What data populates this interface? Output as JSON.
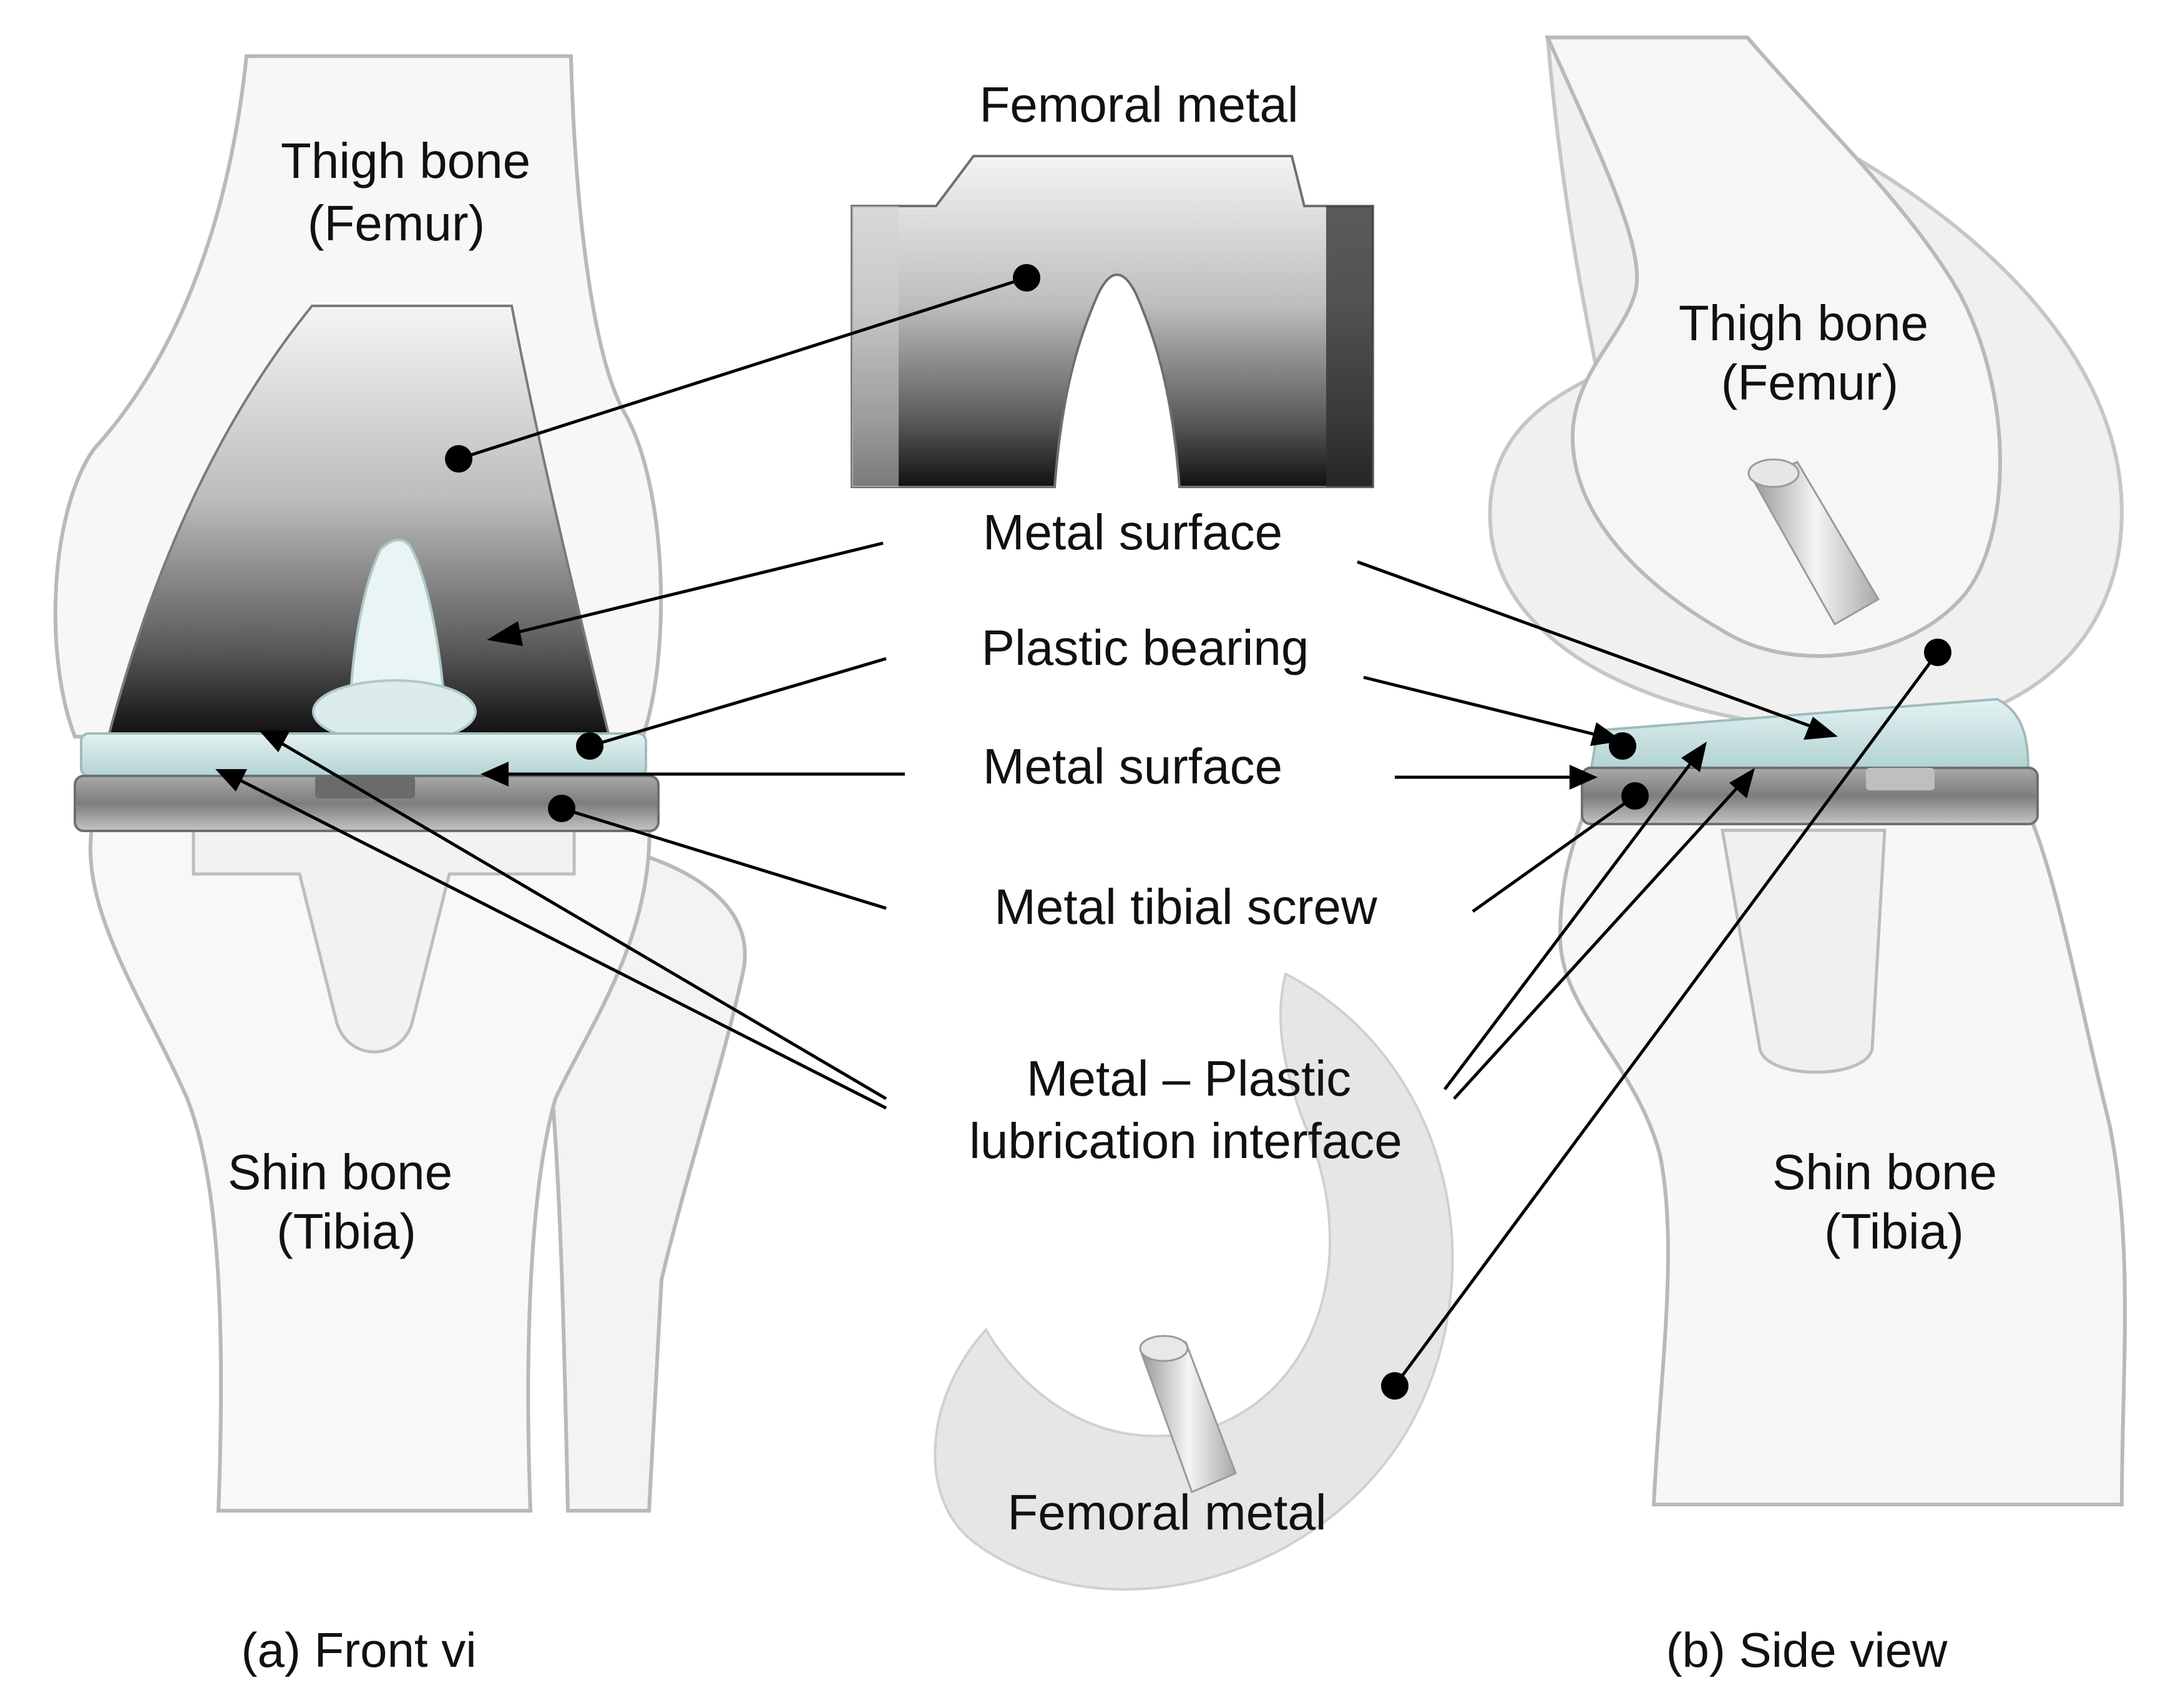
{
  "front_view": {
    "caption": "(a) Front vi",
    "femur_label": [
      "Thigh bone",
      "(Femur)"
    ],
    "tibia_label": [
      "Shin bone",
      "(Tibia)"
    ]
  },
  "side_view": {
    "caption": "(b) Side view",
    "femur_label": [
      "Thigh bone",
      "(Femur)"
    ],
    "tibia_label": [
      "Shin bone",
      "(Tibia)"
    ]
  },
  "center_labels": {
    "femoral_metal_top": "Femoral metal",
    "metal_surface_upper": "Metal surface",
    "plastic_bearing": "Plastic bearing",
    "metal_surface_lower": "Metal surface",
    "metal_tibial_screw": "Metal tibial screw",
    "interface_line1": "Metal – Plastic",
    "interface_line2": "lubrication interface",
    "femoral_metal_bottom": "Femoral metal"
  },
  "colors": {
    "bone_fill": "#f7f7f7",
    "bone_outline": "#b9b9b9",
    "plastic_bearing": "#cfe6e6",
    "tibial_tray": "#8f8f8f",
    "metal_dark": "#1c1c1c",
    "metal_light": "#efefef"
  }
}
